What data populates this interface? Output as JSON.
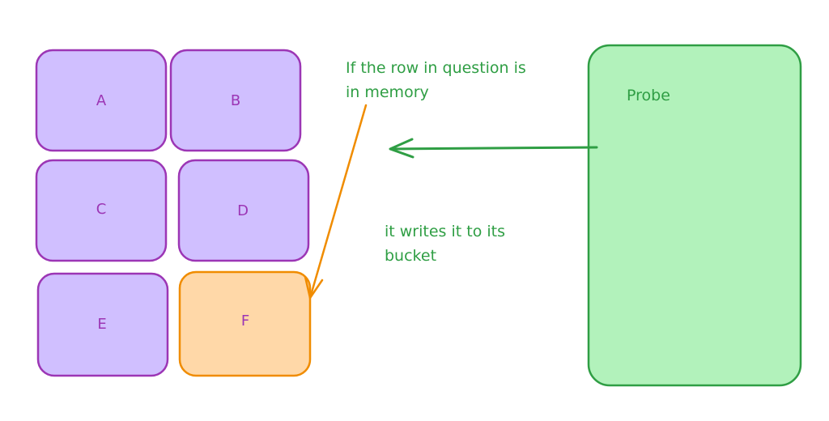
{
  "buckets": [
    {
      "label": "A",
      "highlighted": false
    },
    {
      "label": "B",
      "highlighted": false
    },
    {
      "label": "C",
      "highlighted": false
    },
    {
      "label": "D",
      "highlighted": false
    },
    {
      "label": "E",
      "highlighted": false
    },
    {
      "label": "F",
      "highlighted": true
    }
  ],
  "probe": {
    "label": "Probe"
  },
  "annotations": {
    "in_memory_line1": "If the row in question is",
    "in_memory_line2": "in memory",
    "writes_line1": "it writes it to its",
    "writes_line2": "bucket"
  },
  "colors": {
    "bucket_fill": "#d0bfff",
    "bucket_stroke": "#9c36b5",
    "highlight_fill": "#ffd8a8",
    "highlight_stroke": "#f08c00",
    "probe_fill": "#b2f2bb",
    "probe_stroke": "#2f9e44",
    "green_text": "#2f9e44",
    "bucket_text": "#9c36b5",
    "orange_arrow": "#f08c00"
  }
}
